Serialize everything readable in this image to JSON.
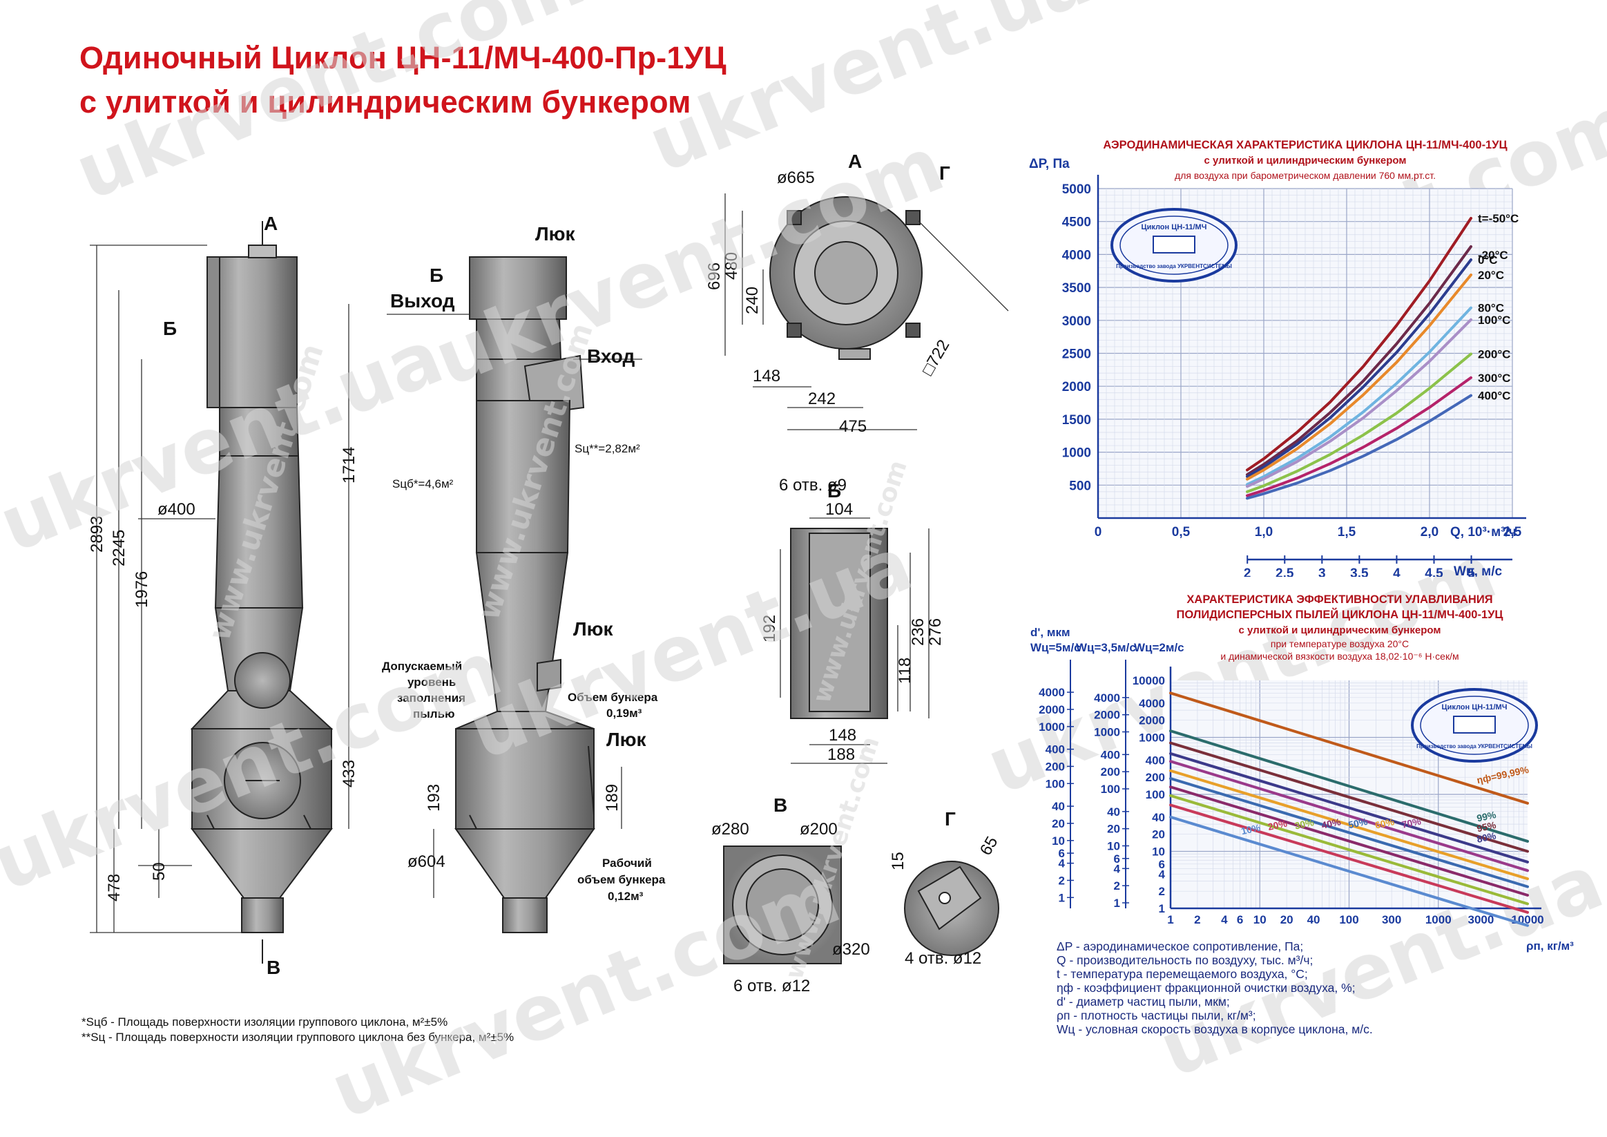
{
  "title": {
    "line1": "Одиночный Циклон  ЦН-11/МЧ-400-Пр-1УЦ",
    "line2": "с улиткой и цилиндрическим бункером"
  },
  "watermark": {
    "text_com": "ukrvent.com",
    "text_ua": "ukrvent.ua",
    "url": "www.ukrvent.com"
  },
  "side_view": {
    "label_A": "А",
    "label_B": "Б",
    "label_V": "В",
    "dim_2893": "2893",
    "dim_2245": "2245",
    "dim_1976": "1976",
    "dim_1714": "1714",
    "dim_433": "433",
    "dim_478": "478",
    "dim_50": "50",
    "dia_400": "ø400",
    "dia_604": "ø604"
  },
  "front_view": {
    "hatch": "Люк",
    "exit_B": "Б",
    "exit": "Выход",
    "entry": "Вход",
    "area_sc": "Sц**=2,82м²",
    "area_scb": "Sцб*=4,6м²",
    "hatch2": "Люк",
    "allowed_1": "Допускаемый",
    "allowed_2": "уровень",
    "allowed_3": "заполнения",
    "allowed_4": "пылью",
    "vol_1": "Объем бункера",
    "vol_2": "0,19м³",
    "hatch3": "Люк",
    "dim_193": "193",
    "dim_189": "189",
    "work_1": "Рабочий",
    "work_2": "объем бункера",
    "work_3": "0,12м³"
  },
  "view_A": {
    "label": "А",
    "label_G": "Г",
    "dia_665": "ø665",
    "dim_696": "696",
    "dim_480": "480",
    "dim_240": "240",
    "dim_148": "148",
    "dim_242": "242",
    "dim_475": "475",
    "sq_722": "□722"
  },
  "view_B": {
    "label": "Б",
    "holes": "6 отв. ø9",
    "dim_104": "104",
    "dim_192": "192",
    "dim_236": "236",
    "dim_276": "276",
    "dim_118": "118",
    "dim_148": "148",
    "dim_188": "188"
  },
  "view_V": {
    "label": "В",
    "dia_280": "ø280",
    "dia_200": "ø200",
    "dia_320": "ø320",
    "holes": "6 отв. ø12"
  },
  "view_G": {
    "label": "Г",
    "dim_15": "15",
    "dim_65": "65",
    "holes": "4 отв. ø12"
  },
  "footnotes": {
    "n1": "*Sцб - Площадь поверхности изоляции группового циклона, м²±5%",
    "n2": "**Sц - Площадь поверхности изоляции группового циклона без бункера, м²±5%"
  },
  "logo": {
    "text_top": "Циклон ЦН-11/МЧ",
    "text_bottom": "Производство завода УКРВЕНТСИСТЕМЫ"
  },
  "chart_data": [
    {
      "type": "line",
      "title": "АЭРОДИНАМИЧЕСКАЯ ХАРАКТЕРИСТИКА ЦИКЛОНА ЦН-11/МЧ-400-1УЦ",
      "subtitle": "с улиткой и цилиндрическим бункером",
      "subtitle2": "для воздуха при барометрическом давлении 760 мм.рт.ст.",
      "ylabel": "ΔP, Па",
      "xlabel": "Q, 10³·м³/ч",
      "xlabel2": "Wц, м/с",
      "xlim": [
        0,
        2.5
      ],
      "ylim": [
        0,
        5000
      ],
      "x_ticks": [
        "0",
        "0,5",
        "1,0",
        "1,5",
        "2,0",
        "2,5"
      ],
      "x2_ticks": [
        "2",
        "2,5",
        "3",
        "3,5",
        "4",
        "4,5",
        "5"
      ],
      "y_ticks": [
        "500",
        "1000",
        "1500",
        "2000",
        "2500",
        "3000",
        "3500",
        "4000",
        "4500",
        "5000"
      ],
      "x": [
        0.9,
        1.0,
        1.2,
        1.4,
        1.6,
        1.8,
        2.0,
        2.25
      ],
      "series": [
        {
          "name": "t=-50°C",
          "color": "#a01c24",
          "values": [
            730,
            900,
            1300,
            1760,
            2300,
            2920,
            3600,
            4550
          ]
        },
        {
          "name": "-20°C",
          "color": "#6c2a4a",
          "values": [
            660,
            815,
            1170,
            1600,
            2080,
            2640,
            3260,
            4120
          ]
        },
        {
          "name": "0°C",
          "color": "#2c3d8f",
          "values": [
            630,
            775,
            1120,
            1520,
            1990,
            2510,
            3100,
            3920
          ]
        },
        {
          "name": "20°C",
          "color": "#e8892a",
          "values": [
            590,
            730,
            1050,
            1430,
            1870,
            2360,
            2920,
            3690
          ]
        },
        {
          "name": "80°C",
          "color": "#6fb4e0",
          "values": [
            510,
            630,
            905,
            1230,
            1610,
            2040,
            2520,
            3190
          ]
        },
        {
          "name": "100°C",
          "color": "#a98fc7",
          "values": [
            480,
            595,
            855,
            1165,
            1520,
            1930,
            2380,
            3010
          ]
        },
        {
          "name": "200°C",
          "color": "#8cc24a",
          "values": [
            400,
            490,
            710,
            965,
            1260,
            1590,
            1970,
            2490
          ]
        },
        {
          "name": "300°C",
          "color": "#b5236a",
          "values": [
            340,
            420,
            605,
            825,
            1075,
            1360,
            1680,
            2130
          ]
        },
        {
          "name": "400°C",
          "color": "#4468b8",
          "values": [
            300,
            370,
            530,
            720,
            940,
            1190,
            1470,
            1860
          ]
        }
      ]
    },
    {
      "type": "line",
      "title": "ХАРАКТЕРИСТИКА ЭФФЕКТИВНОСТИ УЛАВЛИВАНИЯ",
      "subtitle": "ПОЛИДИСПЕРСНЫХ ПЫЛЕЙ ЦИКЛОНА ЦН-11/МЧ-400-1УЦ",
      "subtitle2": "с улиткой и цилиндрическим бункером",
      "subtitle3": "при температуре воздуха 20°С",
      "subtitle4": "и динамической вязкости воздуха  18,02·10⁻⁶ Н·сек/м",
      "ylabel_1": "d', мкм",
      "ylabel_w1": "Wц=5м/с",
      "ylabel_w2": "Wц=3,5м/с",
      "ylabel_w3": "Wц=2м/с",
      "xlabel": "ρп, кг/м³",
      "log_x": true,
      "log_y": true,
      "xlim": [
        1,
        10000
      ],
      "ylim": [
        1,
        10000
      ],
      "x_ticks": [
        "1",
        "2",
        "4",
        "6",
        "10",
        "20",
        "40",
        "100",
        "300",
        "1000",
        "3000",
        "10000"
      ],
      "y_ticks": [
        "1",
        "2",
        "4",
        "6",
        "10",
        "20",
        "40",
        "100",
        "200",
        "400",
        "1000",
        "2000",
        "4000",
        "10000"
      ],
      "y_ticks_side1": [
        "1",
        "2",
        "4",
        "6",
        "10",
        "20",
        "40",
        "100",
        "200",
        "400",
        "1000",
        "2000",
        "4000"
      ],
      "y_ticks_side2": [
        "1",
        "2",
        "4",
        "6",
        "10",
        "20",
        "40",
        "100",
        "200",
        "400",
        "1000",
        "2000",
        "4000"
      ],
      "x": [
        1,
        10000
      ],
      "series": [
        {
          "name": "ηф=99,99%",
          "color": "#c05a1a",
          "values": [
            6000,
            70
          ]
        },
        {
          "name": "99%",
          "color": "#2b6c6c",
          "values": [
            1300,
            15
          ]
        },
        {
          "name": "95%",
          "color": "#7a2f3a",
          "values": [
            800,
            10
          ]
        },
        {
          "name": "80%",
          "color": "#3c3a8a",
          "values": [
            520,
            6.5
          ]
        },
        {
          "name": "70%",
          "color": "#9a3a8a",
          "values": [
            380,
            4.6
          ]
        },
        {
          "name": "60%",
          "color": "#e8a02a",
          "values": [
            260,
            3.3
          ]
        },
        {
          "name": "50%",
          "color": "#3a6ab0",
          "values": [
            190,
            2.4
          ]
        },
        {
          "name": "40%",
          "color": "#8a2a6a",
          "values": [
            135,
            1.7
          ]
        },
        {
          "name": "30%",
          "color": "#9aba3a",
          "values": [
            95,
            1.2
          ]
        },
        {
          "name": "20%",
          "color": "#c83a5a",
          "values": [
            65,
            0.85
          ]
        },
        {
          "name": "10%",
          "color": "#5a8ad0",
          "values": [
            40,
            0.5
          ]
        }
      ]
    }
  ],
  "legend_lines": [
    "ΔP - аэродинамическое сопротивление, Па;",
    "Q - производительность по воздуху, тыс. м³/ч;",
    "t - температура перемещаемого воздуха, °С;",
    "ηф - коэффициент фракционной очистки воздуха, %;",
    "d' - диаметр частиц пыли, мкм;",
    "ρп - плотность частицы пыли, кг/м³;",
    "Wц - условная скорость воздуха в корпусе циклона, м/с."
  ]
}
